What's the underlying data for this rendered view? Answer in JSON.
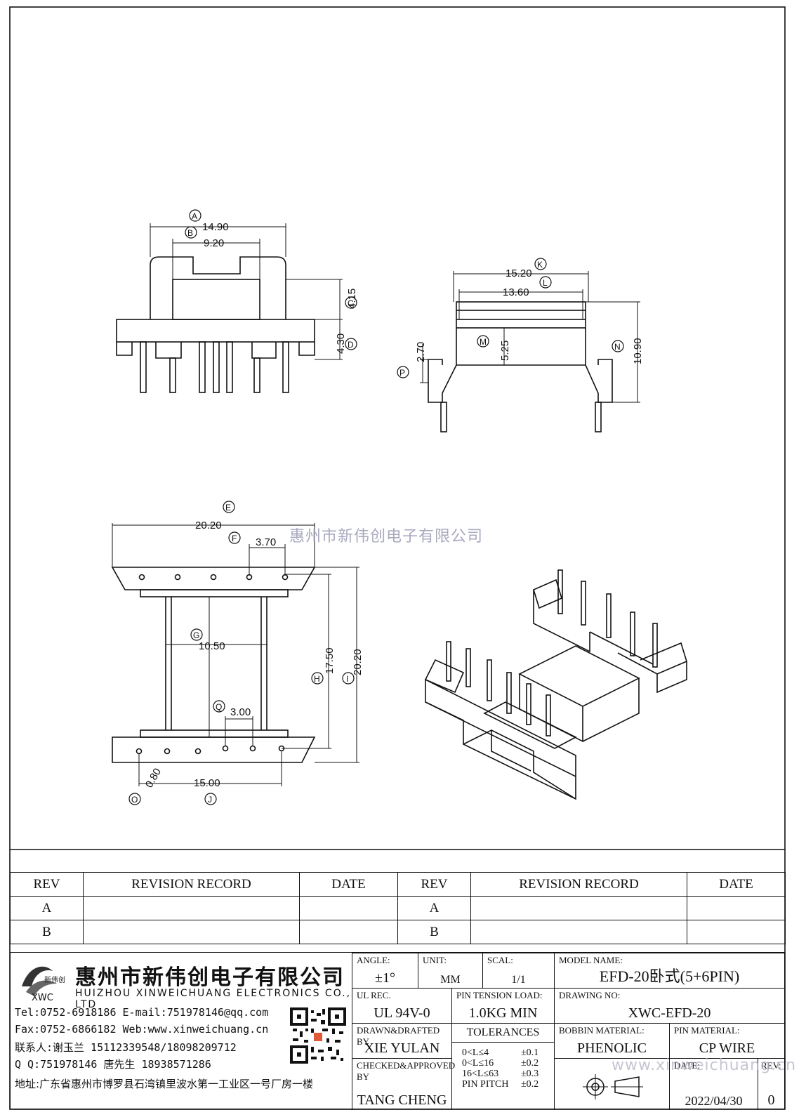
{
  "drawing": {
    "dims": {
      "A": "14.90",
      "B": "9.20",
      "C": "4.15",
      "D": "4.30",
      "K": "15.20",
      "L": "13.60",
      "M": "5.25",
      "N": "10.90",
      "P": "2.70",
      "E": "20.20",
      "F": "3.70",
      "G": "10.50",
      "H": "17.50",
      "I": "20.20",
      "Q": "3.00",
      "J": "15.00",
      "O": "0.80"
    },
    "watermark": "惠州市新伟创电子有限公司"
  },
  "revisions": {
    "headers": [
      "REV",
      "REVISION RECORD",
      "DATE",
      "REV",
      "REVISION RECORD",
      "DATE"
    ],
    "rows": [
      [
        "A",
        "",
        "",
        "A",
        "",
        ""
      ],
      [
        "B",
        "",
        "",
        "B",
        "",
        ""
      ]
    ]
  },
  "company": {
    "name_cn": "惠州市新伟创电子有限公司",
    "name_en": "HUIZHOU XINWEICHUANG ELECTRONICS CO., LTD",
    "logo_text": "新伟创",
    "logo_sub": "XWC",
    "tel_line": "Tel:0752-6918186 E-mail:751978146@qq.com",
    "fax_line": "Fax:0752-6866182 Web:www.xinweichuang.cn",
    "contact_line": "联系人:谢玉兰 15112339548/18098209712",
    "qq_line": "Q Q:751978146    唐先生 18938571286",
    "address_line": "地址:广东省惠州市博罗县石湾镇里波水第一工业区一号厂房一楼"
  },
  "title_block": {
    "angle_label": "ANGLE:",
    "angle": "±1°",
    "unit_label": "UNIT:",
    "unit": "MM",
    "scale_label": "SCAL:",
    "scale": "1/1",
    "model_label": "MODEL NAME:",
    "model": "EFD-20卧式(5+6PIN)",
    "ul_label": "UL REC.",
    "ul": "UL 94V-0",
    "tension_label": "PIN TENSION LOAD:",
    "tension": "1.0KG MIN",
    "drawing_no_label": "DRAWING NO:",
    "drawing_no": "XWC-EFD-20",
    "drawn_label": "DRAWN&DRAFTED BY",
    "drawn": "XIE YULAN",
    "tol_label": "TOLERANCES",
    "tol": [
      [
        "0<L≤4",
        "±0.1"
      ],
      [
        "0<L≤16",
        "±0.2"
      ],
      [
        "16<L≤63",
        "±0.3"
      ],
      [
        "PIN PITCH",
        "±0.2"
      ]
    ],
    "bobbin_label": "BOBBIN MATERIAL:",
    "bobbin": "PHENOLIC",
    "pin_label": "PIN MATERIAL:",
    "pin": "CP WIRE",
    "checked_label": "CHECKED&APPROVED BY",
    "checked": "TANG CHENG",
    "date_label": "DATE:",
    "date": "2022/04/30",
    "rev_label": "REV:",
    "rev": "0",
    "web_wm": "www.xinweichuang.cn"
  }
}
